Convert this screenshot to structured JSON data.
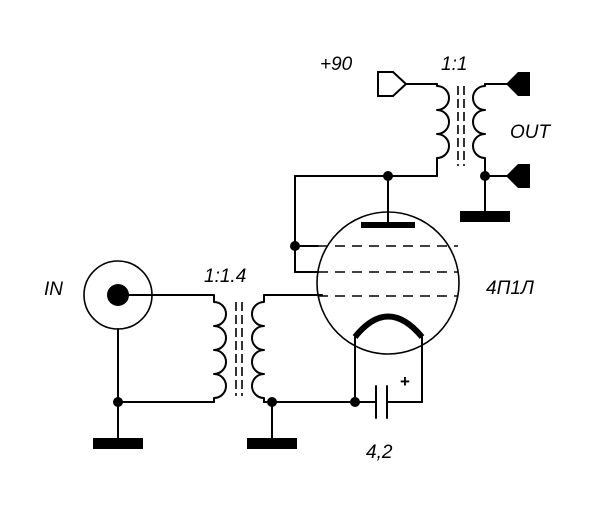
{
  "labels": {
    "supply": "+90",
    "out_ratio": "1:1",
    "out": "OUT",
    "in": "IN",
    "in_ratio": "1:1.4",
    "tube": "4П1Л",
    "capacitor": "4,2",
    "polarity": "+"
  }
}
